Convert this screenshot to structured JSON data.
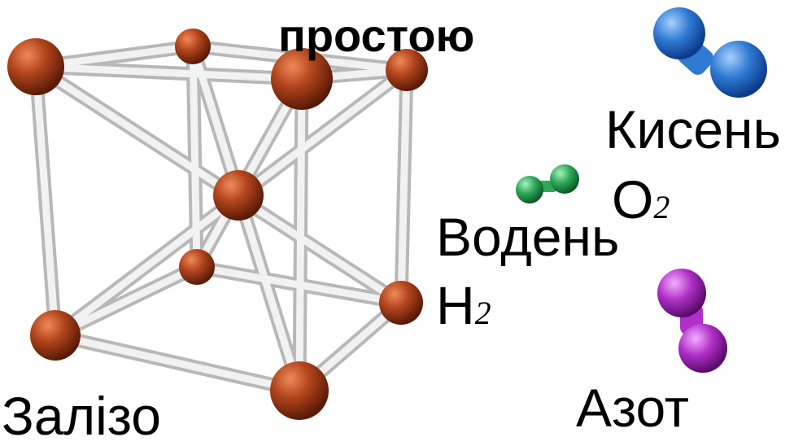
{
  "title": "простою",
  "labels": {
    "iron": "Залізо",
    "oxygen": "Кисень",
    "oxygen_formula_symbol": "O",
    "oxygen_formula_index": "2",
    "hydrogen": "Водень",
    "hydrogen_formula_symbol": "H",
    "hydrogen_formula_index": "2",
    "nitrogen": "Азот"
  },
  "colors": {
    "iron_atom": "#b4461e",
    "bond": "#e6e6e6",
    "oxygen": "#2f7ad2",
    "hydrogen": "#2fa85a",
    "nitrogen": "#b02fc8"
  },
  "icons": [
    "iron-crystal-lattice",
    "oxygen-molecule",
    "hydrogen-molecule",
    "nitrogen-molecule"
  ]
}
